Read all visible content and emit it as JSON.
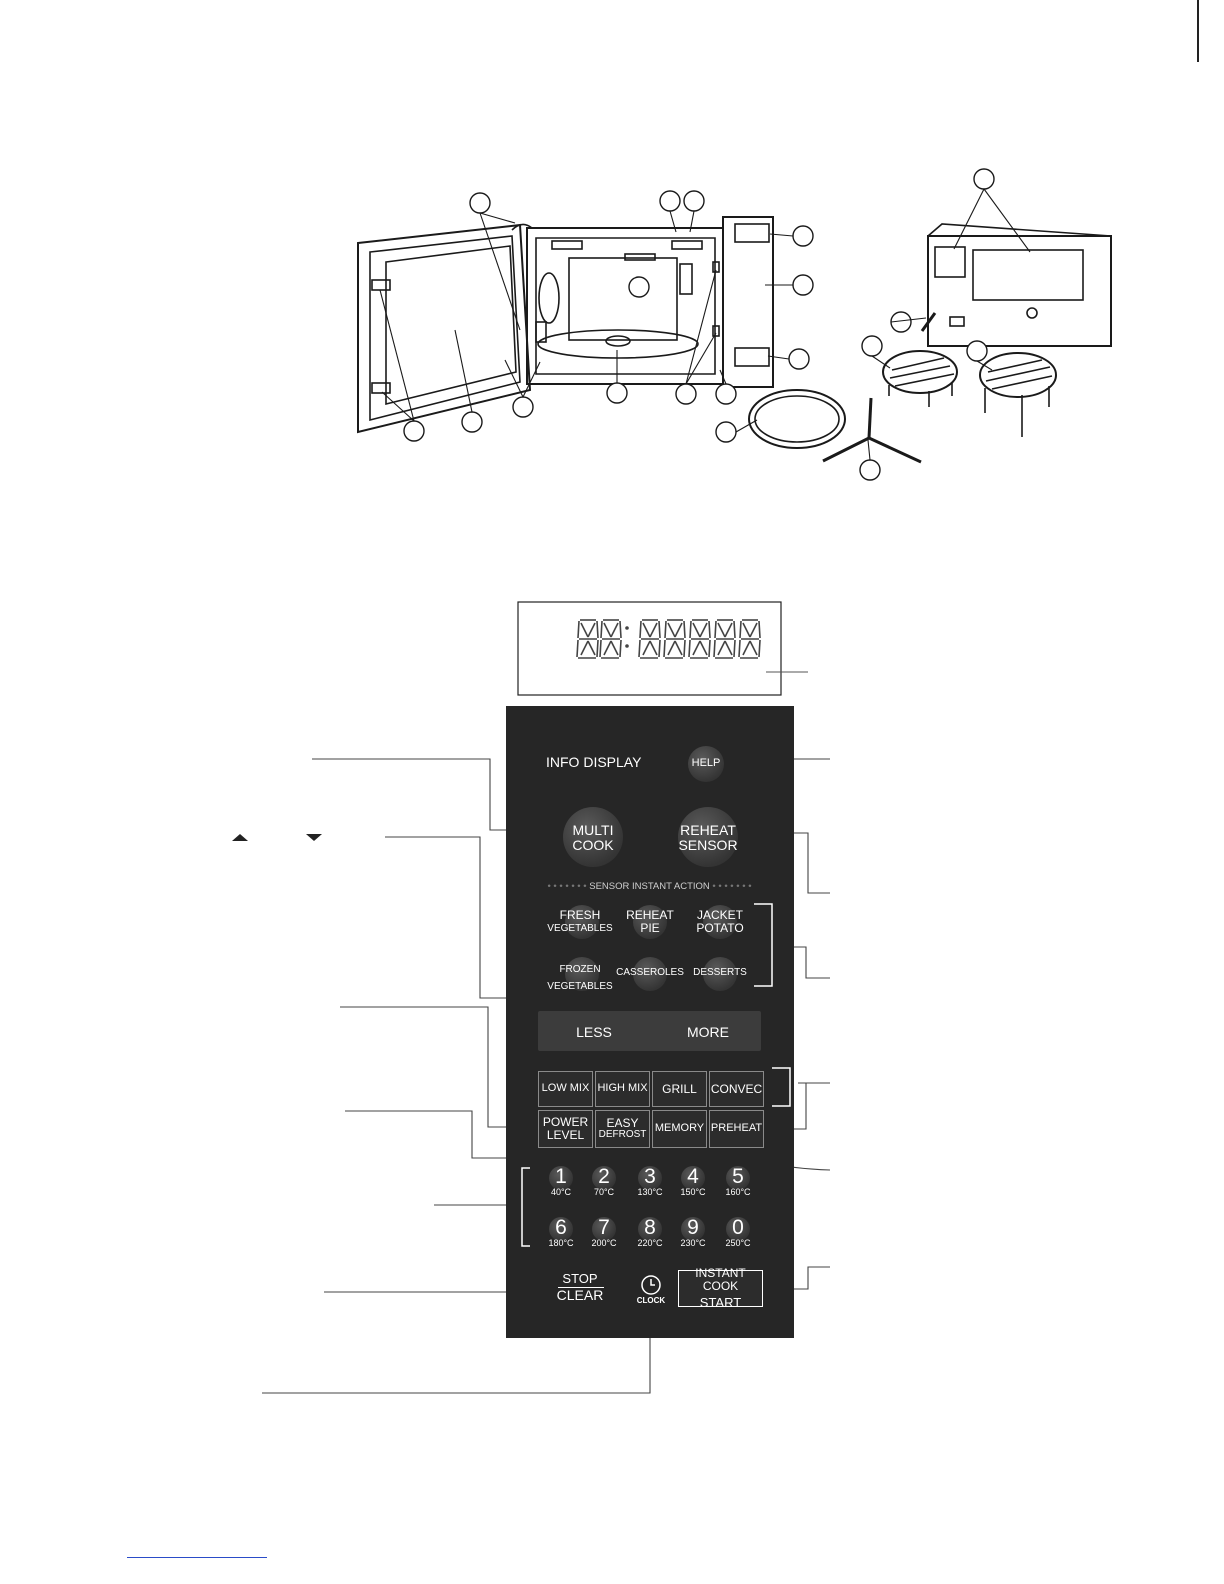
{
  "lcd": {
    "segments": 8
  },
  "panel": {
    "info_display": "INFO DISPLAY",
    "help": "HELP",
    "multi_cook": [
      "MULTI",
      "COOK"
    ],
    "reheat_sensor": [
      "REHEAT",
      "SENSOR"
    ],
    "sensor_instant_action": "SENSOR INSTANT ACTION",
    "fresh_vegetables": [
      "FRESH",
      "VEGETABLES"
    ],
    "reheat_pie": [
      "REHEAT",
      "PIE"
    ],
    "jacket_potato": [
      "JACKET",
      "POTATO"
    ],
    "frozen_vegetables": [
      "FROZEN",
      "VEGETABLES"
    ],
    "casseroles": "CASSEROLES",
    "desserts": "DESSERTS",
    "less": "LESS",
    "more": "MORE",
    "low_mix": "LOW MIX",
    "high_mix": "HIGH MIX",
    "grill": "GRILL",
    "convec": "CONVEC",
    "power_level": [
      "POWER",
      "LEVEL"
    ],
    "easy_defrost": [
      "EASY",
      "DEFROST"
    ],
    "memory": "MEMORY",
    "preheat": "PREHEAT",
    "digits": [
      {
        "num": "1",
        "temp": "40°C"
      },
      {
        "num": "2",
        "temp": "70°C"
      },
      {
        "num": "3",
        "temp": "130°C"
      },
      {
        "num": "4",
        "temp": "150°C"
      },
      {
        "num": "5",
        "temp": "160°C"
      },
      {
        "num": "6",
        "temp": "180°C"
      },
      {
        "num": "7",
        "temp": "200°C"
      },
      {
        "num": "8",
        "temp": "220°C"
      },
      {
        "num": "9",
        "temp": "230°C"
      },
      {
        "num": "0",
        "temp": "250°C"
      }
    ],
    "stop": "STOP",
    "clear": "CLEAR",
    "clock": "CLOCK",
    "instant_cook": "INSTANT COOK",
    "start": "START"
  }
}
